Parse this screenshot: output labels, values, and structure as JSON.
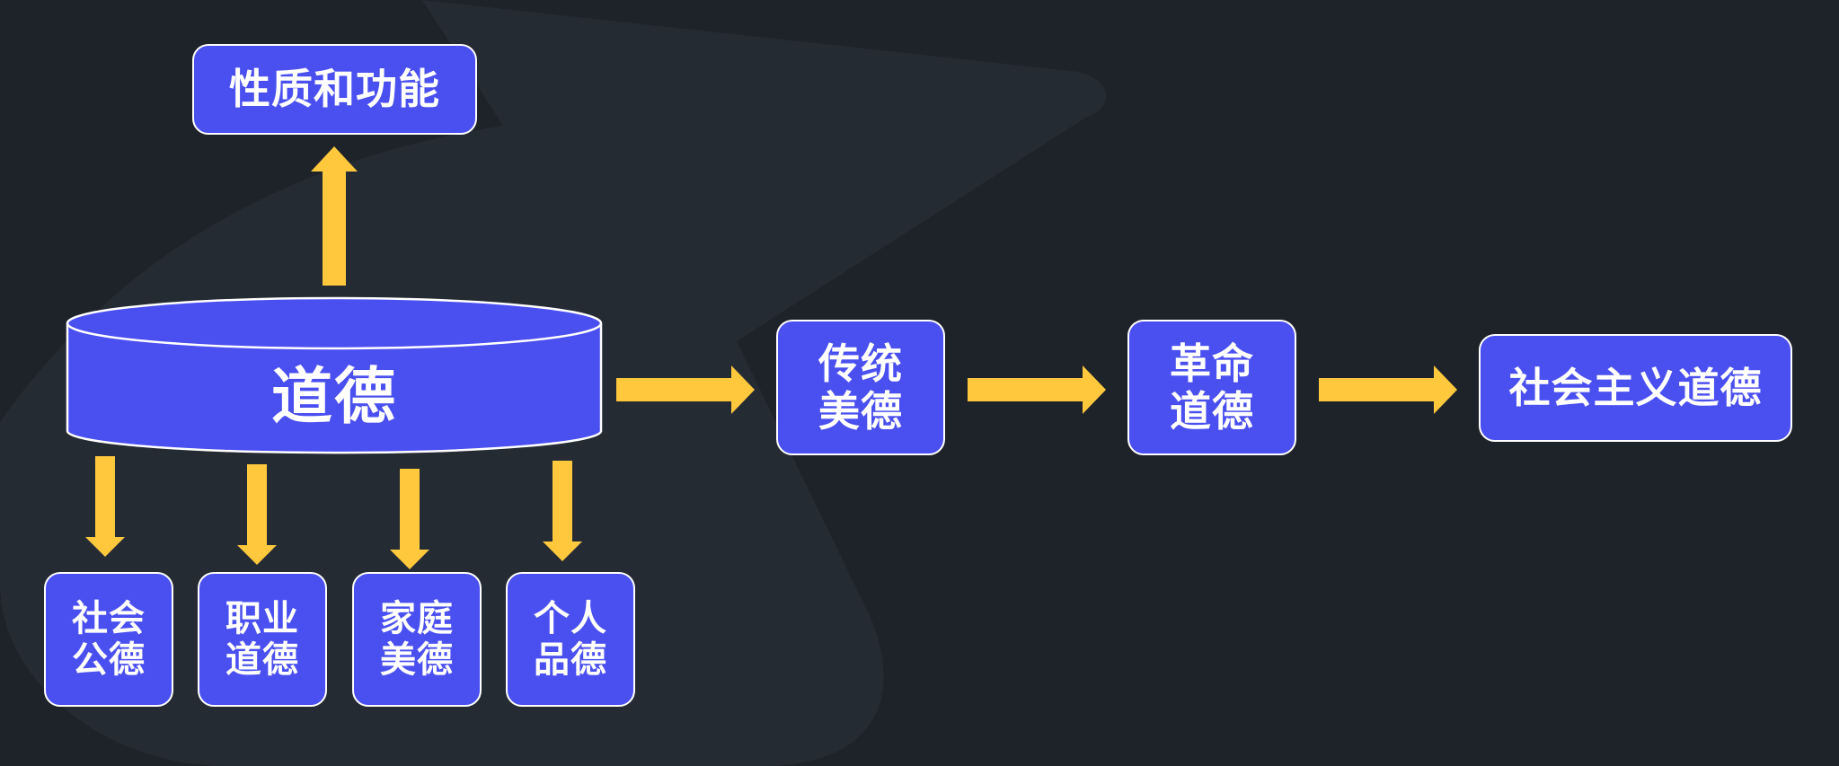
{
  "colors": {
    "background": "#1e2329",
    "box_fill": "#4a4ff0",
    "box_border": "#ffffff",
    "arrow": "#ffc83d",
    "text": "#ffffff"
  },
  "diagram": {
    "top": {
      "label": "性质和功能"
    },
    "center": {
      "label": "道德"
    },
    "types": [
      {
        "line1": "社会",
        "line2": "公德"
      },
      {
        "line1": "职业",
        "line2": "道德"
      },
      {
        "line1": "家庭",
        "line2": "美德"
      },
      {
        "line1": "个人",
        "line2": "品德"
      }
    ],
    "chain": [
      {
        "line1": "传统",
        "line2": "美德"
      },
      {
        "line1": "革命",
        "line2": "道德"
      },
      {
        "label": "社会主义道德"
      }
    ]
  }
}
